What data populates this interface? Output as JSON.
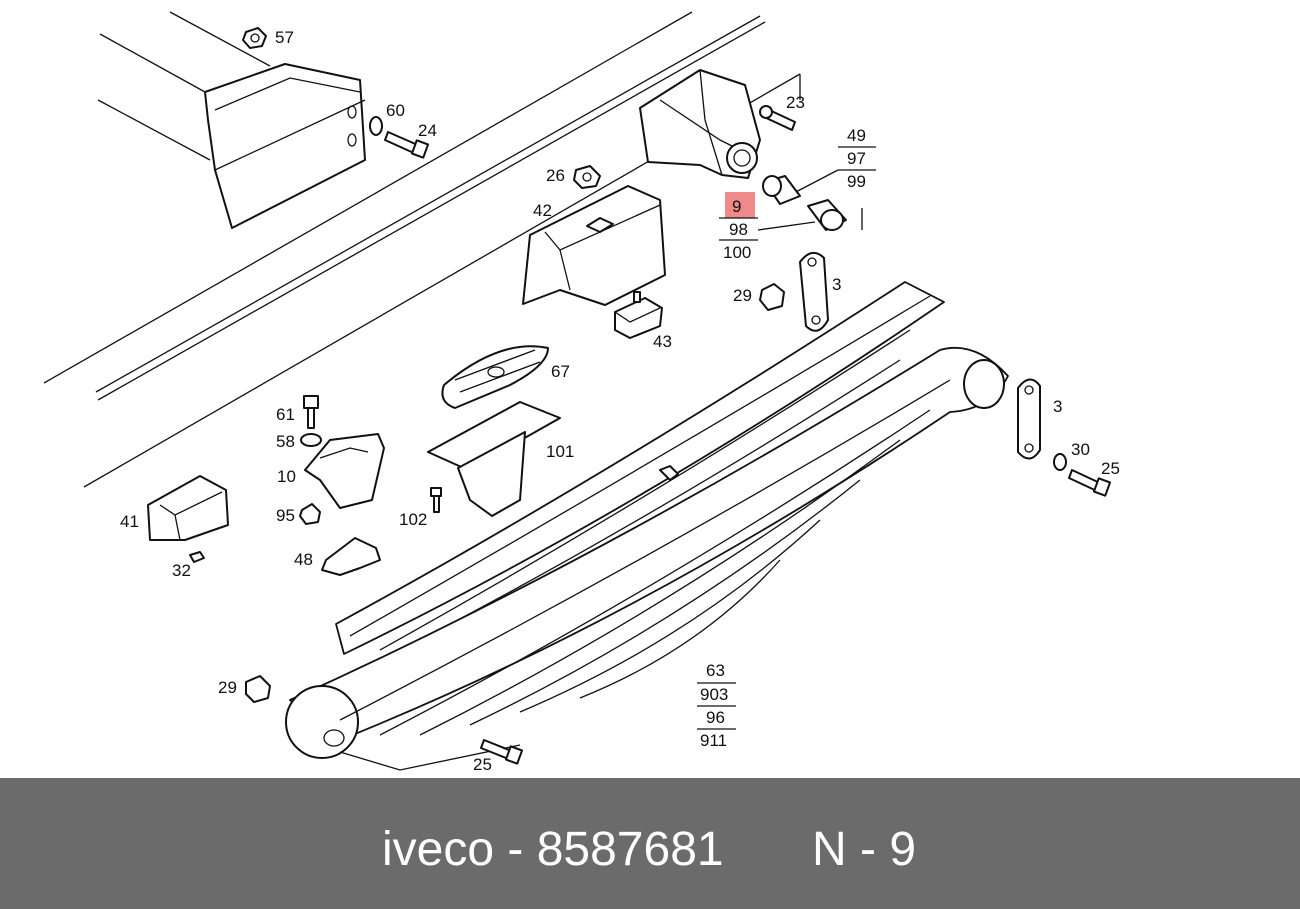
{
  "caption": {
    "brand_part": "iveco - 8587681",
    "position": "N - 9"
  },
  "highlight_color": "#f08a8a",
  "labels": {
    "l57": "57",
    "l60": "60",
    "l24": "24",
    "l23": "23",
    "l49": "49",
    "l97": "97",
    "l99": "99",
    "l26": "26",
    "l42": "42",
    "l9": "9",
    "l98": "98",
    "l100": "100",
    "l29a": "29",
    "l3a": "3",
    "l43": "43",
    "l67": "67",
    "l61": "61",
    "l58": "58",
    "l10": "10",
    "l95": "95",
    "l101": "101",
    "l102": "102",
    "l41": "41",
    "l32": "32",
    "l48": "48",
    "l3b": "3",
    "l30": "30",
    "l25a": "25",
    "l63": "63",
    "l903": "903",
    "l96": "96",
    "l911": "911",
    "l29b": "29",
    "l25b": "25"
  }
}
